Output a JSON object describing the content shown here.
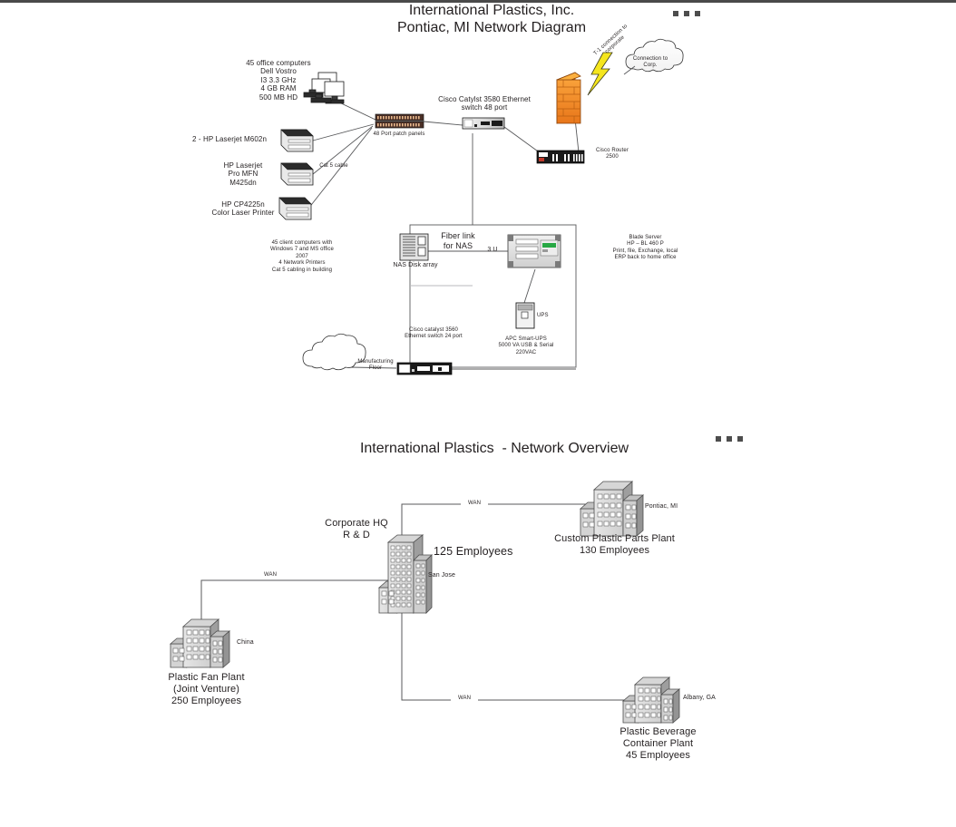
{
  "window": {
    "menu_dots_label": "more-options"
  },
  "diagram1": {
    "title": "International Plastics, Inc.\nPontiac, MI Network Diagram",
    "labels": {
      "office_computers": "45 office computers\nDell Vostro\nI3 3.3 GHz\n4 GB RAM\n500 MB HD",
      "laserjet_m602n": "2 - HP Laserjet M602n",
      "laserjet_mfn": "HP Laserjet\nPro MFN\nM425dn",
      "color_laser": "HP CP4225n\nColor Laser Printer",
      "cat5_cable": "Cat 5 cable",
      "patch_panel": "48 Port patch panels",
      "catalyst_3580": "Cisco Catylst 3580 Ethernet\nswitch 48 port",
      "connection_cloud": "Connection to\nCorp.",
      "t1_link": "T-1 connection to\ncorporate",
      "cisco_router": "Cisco Router\n2500",
      "client_summary": "45 client computers with\nWindows 7 and MS office\n2007\n4 Network Printers\nCat 5 cabling in building",
      "fiber_link": "Fiber link\nfor NAS",
      "nas_disk_array": "NAS Disk array",
      "rack_units": "3 U",
      "blade_server": "Blade Server\nHP – BL 460 P\nPrint, file, Exchange, local\nERP back to home office",
      "ups_tag": "UPS",
      "ups_spec": "APC Smart-UPS\n5000 VA USB & Serial\n220VAC",
      "catalyst_3560": "Cisco catalyst 3560\nEthernet switch 24 port",
      "manufacturing_floor": "Manufacturing\nFloor"
    },
    "colors": {
      "firewall": "#F28A21",
      "lightning": "#F5E61E",
      "line": "#58595b",
      "text": "#231f20"
    }
  },
  "diagram2": {
    "title": "International Plastics  - Network Overview",
    "sites": [
      {
        "name": "Corporate HQ\nR & D",
        "employees": "125 Employees",
        "city": "San Jose"
      },
      {
        "name": "Custom Plastic Parts Plant\n130 Employees",
        "city": "Pontiac, MI"
      },
      {
        "name": "Plastic Fan Plant\n(Joint Venture)\n250 Employees",
        "city": "China"
      },
      {
        "name": "Plastic Beverage\nContainer Plant\n45 Employees",
        "city": "Albany, GA"
      }
    ],
    "link_label": "WAN",
    "colors": {
      "building_light": "#d9d9d9",
      "building_mid": "#b3b3b3",
      "building_dark": "#8c8c8c",
      "line": "#58595b"
    }
  }
}
